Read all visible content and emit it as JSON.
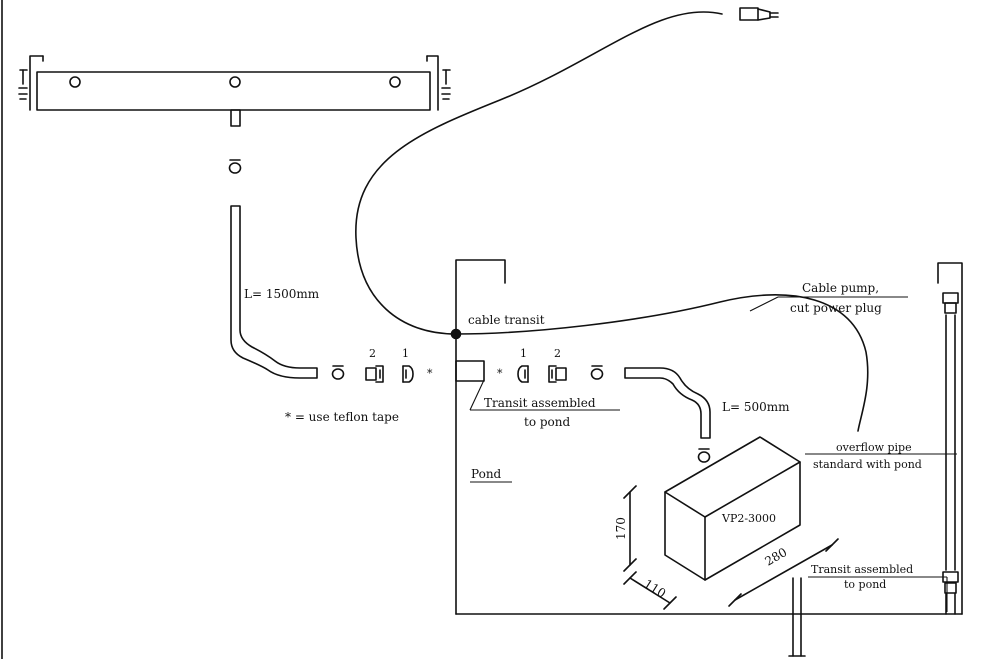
{
  "labels": {
    "hose_long": "L= 1500mm",
    "hose_short": "L= 500mm",
    "cable_transit": "cable transit",
    "cable_pump_1": "Cable pump,",
    "cable_pump_2": "cut power plug",
    "teflon_note": "* = use teflon tape",
    "star_left": "*",
    "star_right": "*",
    "num_left_2": "2",
    "num_left_1": "1",
    "num_right_1": "1",
    "num_right_2": "2",
    "transit_pond_1": "Transit assembled",
    "transit_pond_2": "to pond",
    "overflow_1": "overflow pipe",
    "overflow_2": "standard with pond",
    "pond": "Pond",
    "pump_model": "VP2-3000",
    "dim_height": "170",
    "dim_width": "110",
    "dim_length": "280",
    "transit_right_1": "Transit assembled",
    "transit_right_2": "to pond"
  },
  "colors": {
    "line": "#111111",
    "background": "#ffffff"
  }
}
